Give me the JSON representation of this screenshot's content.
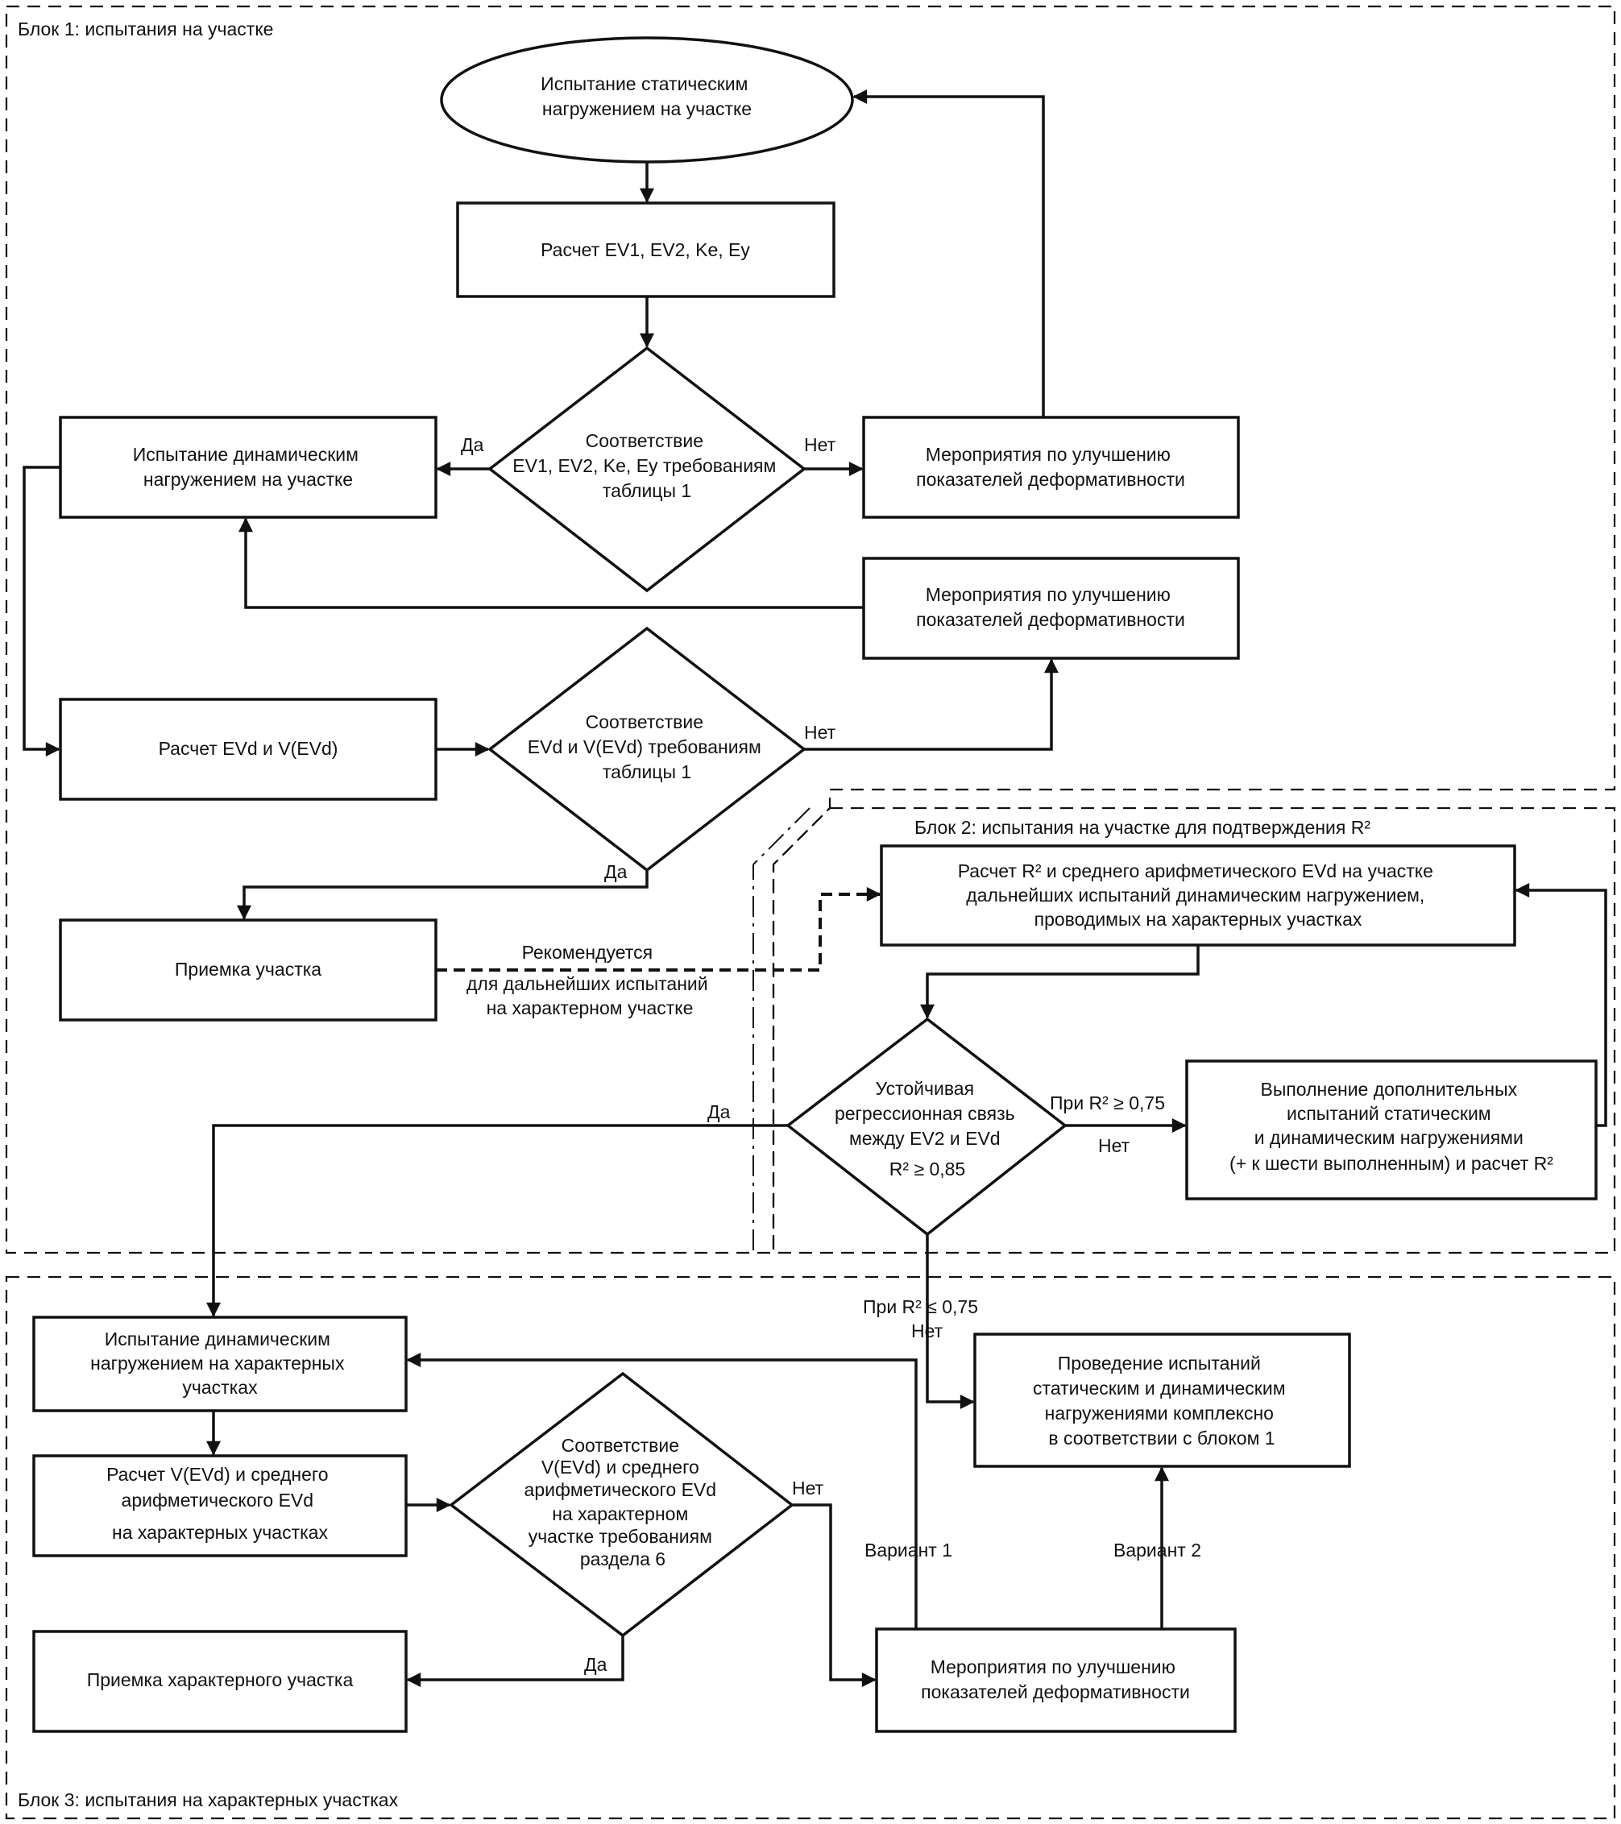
{
  "blocks": {
    "block1": "Блок 1: испытания на участке",
    "block2": "Блок 2: испытания на участке для подтверждения R²",
    "block3": "Блок 3: испытания на характерных участках"
  },
  "nodes": {
    "start": [
      "Испытание статическим",
      "нагружением на участке"
    ],
    "calc1": [
      "Расчет EV1, EV2, Ke, Ey"
    ],
    "dec1": [
      "Соответствие",
      "EV1, EV2, Ke, Ey требованиям",
      "таблицы 1"
    ],
    "dyn1": [
      "Испытание динамическим",
      "нагружением на участке"
    ],
    "meas1": [
      "Мероприятия по улучшению",
      "показателей деформативности"
    ],
    "meas2": [
      "Мероприятия по улучшению",
      "показателей деформативности"
    ],
    "calc2": [
      "Расчет EVd и V(EVd)"
    ],
    "dec2": [
      "Соответствие",
      "EVd и V(EVd) требованиям",
      "таблицы 1"
    ],
    "accept1": [
      "Приемка участка"
    ],
    "calcR2": [
      "Расчет R² и среднего арифметического EVd на участке",
      "дальнейших испытаний динамическим нагружением,",
      "проводимых на характерных участках"
    ],
    "dec3": [
      "Устойчивая",
      "регрессионная связь",
      "между EV2 и EVd",
      "R² ≥ 0,85"
    ],
    "extra": [
      "Выполнение дополнительных",
      "испытаний статическим",
      "и динамическим нагружениями",
      "(+ к шести выполненным) и расчет R²"
    ],
    "dyn3": [
      "Испытание динамическим",
      "нагружением на характерных",
      "участках"
    ],
    "calc3": [
      "Расчет V(EVd) и среднего",
      "арифметического EVd",
      "на характерных участках"
    ],
    "dec4": [
      "Соответствие",
      "V(EVd) и среднего",
      "арифметического EVd",
      "на характерном",
      "участке требованиям",
      "раздела 6"
    ],
    "accept3": [
      "Приемка характерного участка"
    ],
    "meas3": [
      "Мероприятия по улучшению",
      "показателей деформативности"
    ],
    "complex": [
      "Проведение испытаний",
      "статическим и динамическим",
      "нагружениями комплексно",
      "в соответствии с блоком 1"
    ]
  },
  "labels": {
    "yes": "Да",
    "no": "Нет",
    "recommended": [
      "Рекомендуется",
      "для дальнейших испытаний",
      "на характерном участке"
    ],
    "r2_ge": "При R² ≥ 0,75",
    "r2_le": "При R² ≤ 0,75",
    "variant1": "Вариант 1",
    "variant2": "Вариант 2"
  }
}
